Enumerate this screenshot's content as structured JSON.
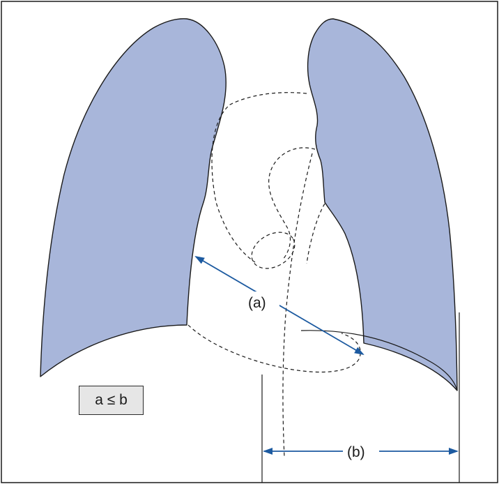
{
  "diagram": {
    "label_a": "(a)",
    "label_b": "(b)",
    "formula": "a ≤ b",
    "colors": {
      "lung_fill": "#a8b6da",
      "arrow": "#1c5aa0",
      "outline": "#1a1a1a",
      "formula_box": "#e6e6e6"
    }
  }
}
